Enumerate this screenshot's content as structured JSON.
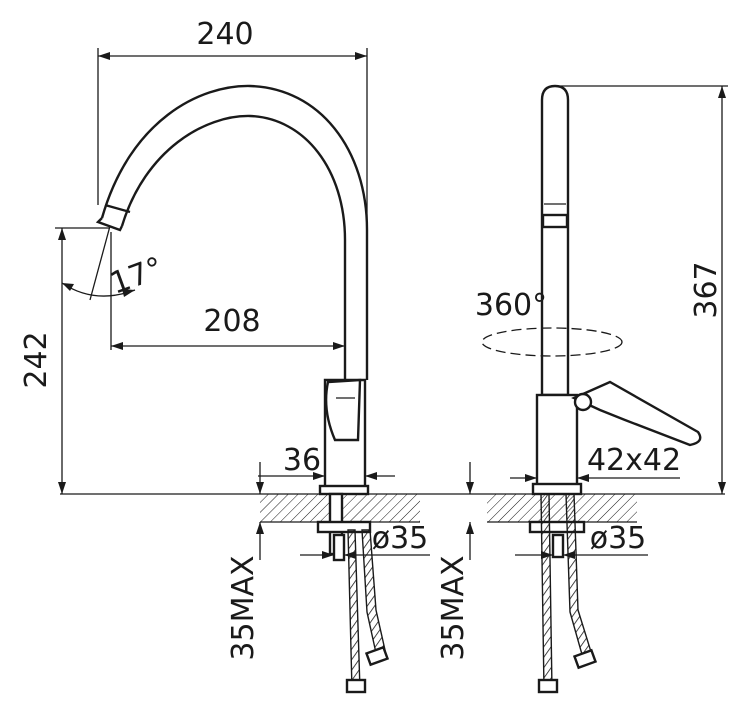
{
  "side_view": {
    "spout_width": "240",
    "spout_reach": "208",
    "spout_height": "242",
    "spout_angle": "17°",
    "base_width": "36",
    "pipe_diameter": "ø35",
    "max_thickness": "35MAX"
  },
  "front_view": {
    "total_height": "367",
    "rotation": "360°",
    "base_size": "42x42",
    "pipe_diameter": "ø35",
    "max_thickness": "35MAX"
  }
}
